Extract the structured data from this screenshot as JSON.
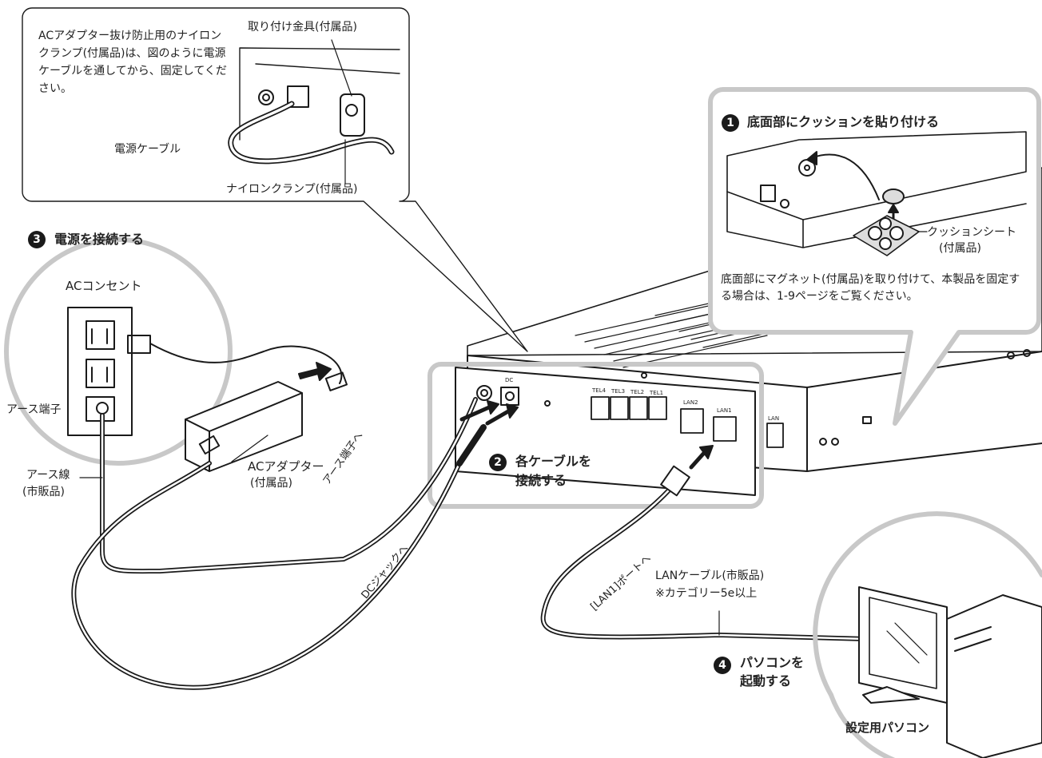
{
  "colors": {
    "ink": "#1a1a1a",
    "callout_gray": "#c8c8c8",
    "badge": "#1a1a1a"
  },
  "top_callout": {
    "note": "ACアダプター抜け防止用のナイロンクランプ(付属品)は、図のように電源ケーブルを通してから、固定してください。",
    "bracket_label": "取り付け金具(付属品)",
    "cable_label": "電源ケーブル",
    "clamp_label": "ナイロンクランプ(付属品)"
  },
  "step1": {
    "number": "1",
    "title": "底面部にクッションを貼り付ける",
    "cushion_label_1": "クッションシート",
    "cushion_label_2": "(付属品)",
    "note": "底面部にマグネット(付属品)を取り付けて、本製品を固定する場合は、1-9ページをご覧ください。"
  },
  "step2": {
    "number": "2",
    "title_line1": "各ケーブルを",
    "title_line2": "接続する"
  },
  "step3": {
    "number": "3",
    "title": "電源を接続する",
    "outlet_label": "ACコンセント",
    "earth_terminal": "アース端子",
    "earth_wire_1": "アース線",
    "earth_wire_2": "(市販品)",
    "adapter_1": "ACアダプター",
    "adapter_2": "(付属品)",
    "to_earth": "アース端子へ",
    "to_dc": "DCジャックへ"
  },
  "step4": {
    "number": "4",
    "title_line1": "パソコンを",
    "title_line2": "起動する",
    "pc_label": "設定用パソコン",
    "lan_cable_1": "LANケーブル(市販品)",
    "lan_cable_2": "※カテゴリー5e以上",
    "to_lan1": "[LAN1]ポートへ"
  },
  "device_ports": {
    "dc": "DC",
    "tel4": "TEL4",
    "tel3": "TEL3",
    "tel2": "TEL2",
    "tel1": "TEL1",
    "lan2": "LAN2",
    "lan1": "LAN1",
    "lan": "LAN"
  }
}
